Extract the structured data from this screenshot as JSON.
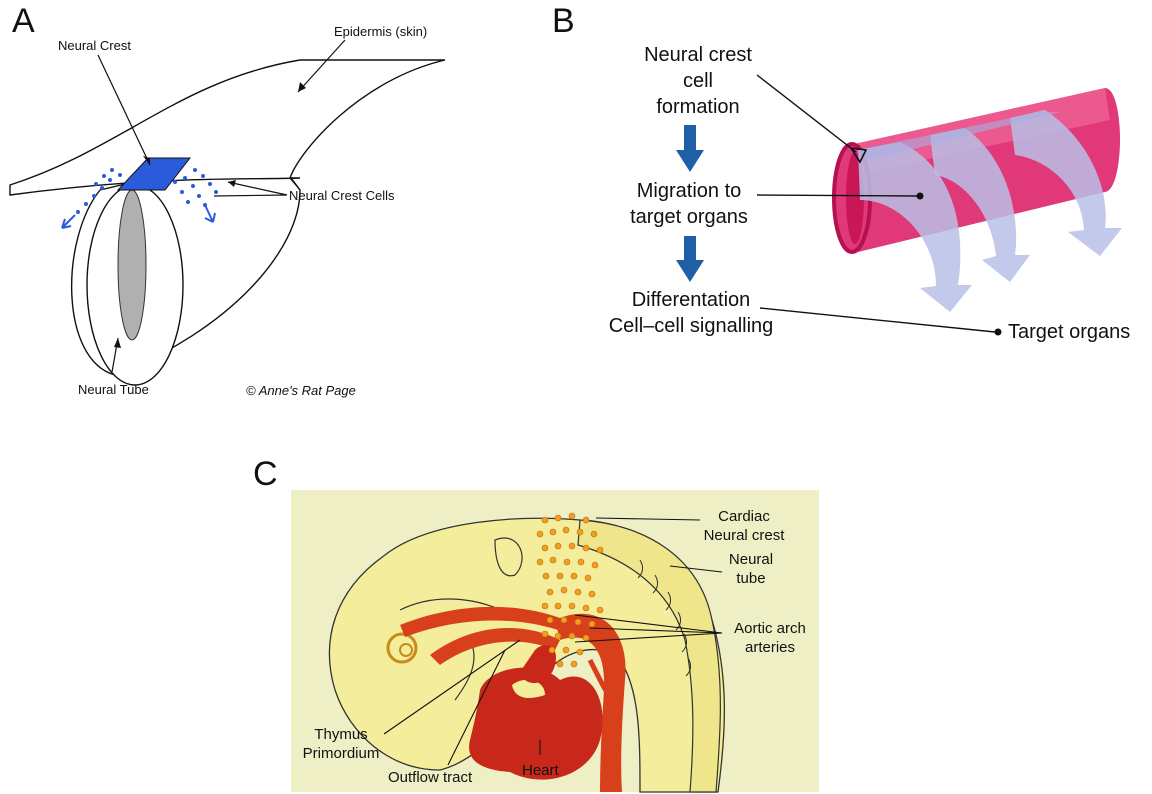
{
  "panelA": {
    "letter": "A",
    "labels": {
      "neural_crest": "Neural Crest",
      "epidermis": "Epidermis (skin)",
      "neural_crest_cells": "Neural Crest Cells",
      "neural_tube": "Neural Tube",
      "credit": "© Anne's Rat Page"
    }
  },
  "panelB": {
    "letter": "B",
    "steps": [
      "Neural crest cell formation",
      "Migration to target organs",
      "Differentation Cell–cell signalling"
    ],
    "step1_lines": [
      "Neural crest",
      "cell",
      "formation"
    ],
    "step2_lines": [
      "Migration to",
      "target organs"
    ],
    "step3_lines": [
      "Differentation",
      "Cell–cell signalling"
    ],
    "target_label": "Target organs",
    "arrow_color": "#1f5fa8",
    "tube_color": "#d81b60"
  },
  "panelC": {
    "letter": "C",
    "labels": {
      "cardiac_neural_crest": [
        "Cardiac",
        "Neural crest"
      ],
      "neural_tube": [
        "Neural",
        "tube"
      ],
      "aortic_arch": [
        "Aortic arch",
        "arteries"
      ],
      "thymus": [
        "Thymus",
        "Primordium"
      ],
      "outflow": "Outflow tract",
      "heart": "Heart"
    },
    "background_color": "#efefc6"
  }
}
